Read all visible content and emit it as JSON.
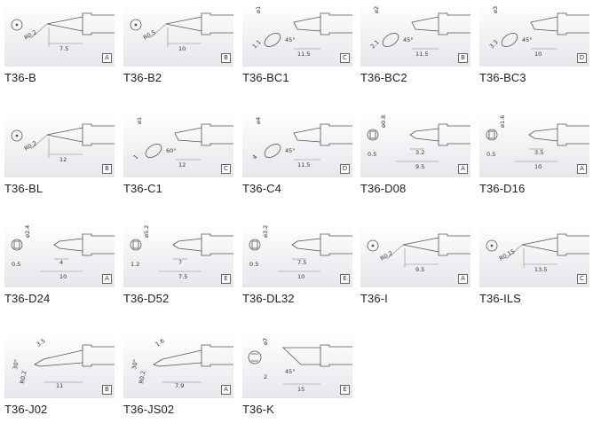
{
  "tips": [
    {
      "name": "T36-B",
      "grade": "A",
      "shape": "conical",
      "dims": [
        "R0.2",
        "7.5"
      ]
    },
    {
      "name": "T36-B2",
      "grade": "B",
      "shape": "conical",
      "dims": [
        "R0.5",
        "10"
      ]
    },
    {
      "name": "T36-BC1",
      "grade": "C",
      "shape": "bevel",
      "dims": [
        "ø1",
        "1.1",
        "45°",
        "11.5"
      ]
    },
    {
      "name": "T36-BC2",
      "grade": "B",
      "shape": "bevel",
      "dims": [
        "ø2",
        "2.1",
        "45°",
        "11.5"
      ]
    },
    {
      "name": "T36-BC3",
      "grade": "D",
      "shape": "bevel",
      "dims": [
        "ø3",
        "3.3",
        "45°",
        "10"
      ]
    },
    {
      "name": "T36-BL",
      "grade": "B",
      "shape": "conical",
      "dims": [
        "R0.2",
        "12"
      ]
    },
    {
      "name": "T36-C1",
      "grade": "C",
      "shape": "bevel",
      "dims": [
        "ø1",
        "1",
        "60°",
        "12"
      ]
    },
    {
      "name": "T36-C4",
      "grade": "D",
      "shape": "bevel",
      "dims": [
        "ø4",
        "4",
        "45°",
        "11.5"
      ]
    },
    {
      "name": "T36-D08",
      "grade": "A",
      "shape": "chisel",
      "dims": [
        "ø0.8",
        "0.5",
        "3.2",
        "9.5"
      ]
    },
    {
      "name": "T36-D16",
      "grade": "A",
      "shape": "chisel",
      "dims": [
        "ø1.6",
        "0.5",
        "3.5",
        "10"
      ]
    },
    {
      "name": "T36-D24",
      "grade": "A",
      "shape": "chisel",
      "dims": [
        "ø2.4",
        "0.5",
        "4",
        "10"
      ]
    },
    {
      "name": "T36-D52",
      "grade": "E",
      "shape": "chisel",
      "dims": [
        "ø5.2",
        "1.2",
        "7",
        "7.5"
      ]
    },
    {
      "name": "T36-DL32",
      "grade": "E",
      "shape": "chisel",
      "dims": [
        "ø3.2",
        "0.5",
        "7.5",
        "10"
      ]
    },
    {
      "name": "T36-I",
      "grade": "A",
      "shape": "conical",
      "dims": [
        "R0.2",
        "9.5"
      ]
    },
    {
      "name": "T36-ILS",
      "grade": "C",
      "shape": "conical",
      "dims": [
        "R0.15",
        "13.5"
      ]
    },
    {
      "name": "T36-J02",
      "grade": "B",
      "shape": "bent",
      "dims": [
        "3.5",
        "30°",
        "R0.2",
        "11"
      ]
    },
    {
      "name": "T36-JS02",
      "grade": "A",
      "shape": "bent",
      "dims": [
        "1.6",
        "30°",
        "R0.2",
        "7.9"
      ]
    },
    {
      "name": "T36-K",
      "grade": "E",
      "shape": "knife",
      "dims": [
        "ø7",
        "2",
        "45°",
        "15"
      ]
    }
  ]
}
